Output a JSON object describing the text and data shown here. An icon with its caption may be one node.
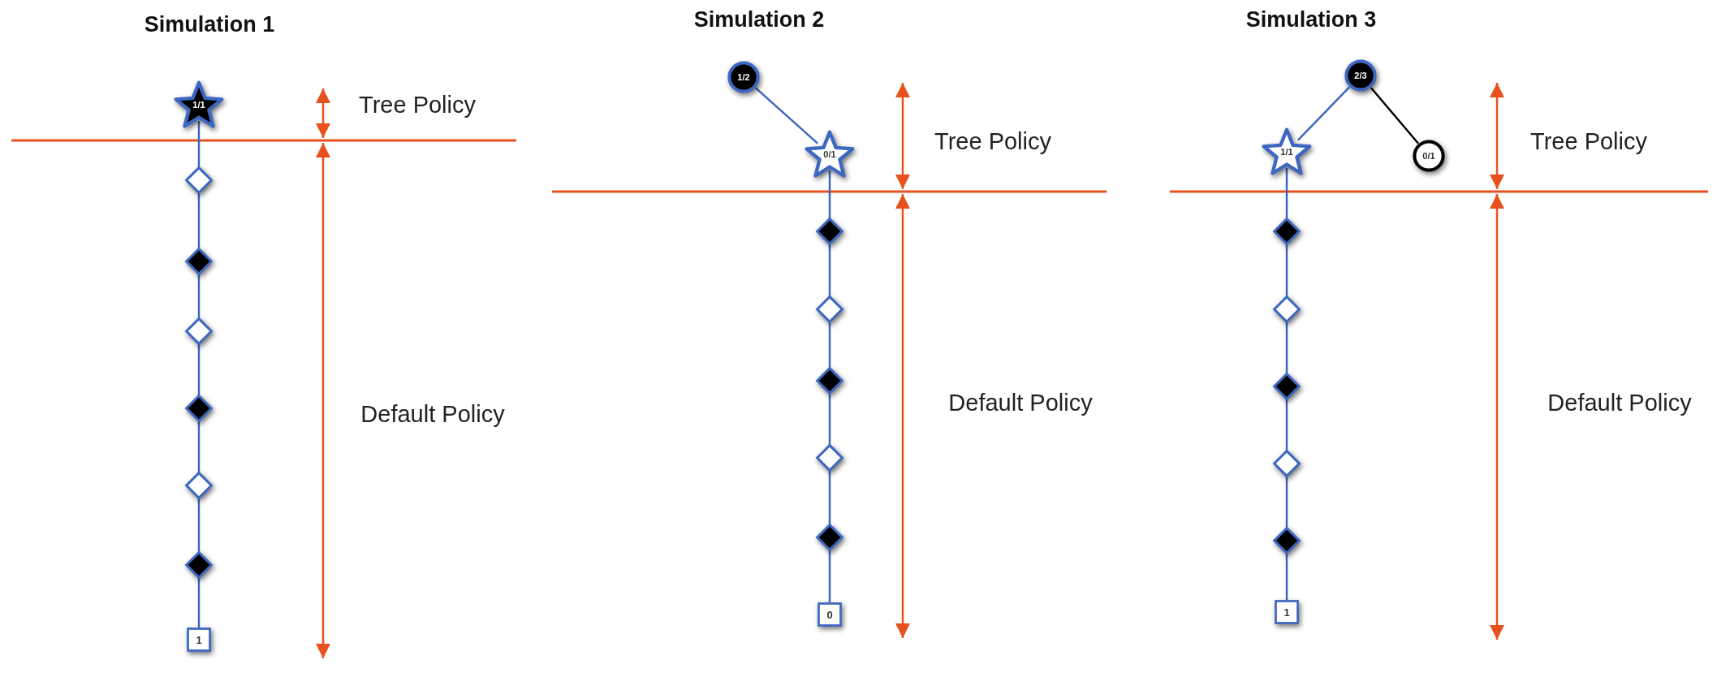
{
  "diagram": {
    "nodes": [
      {
        "text": [
          "1/1"
        ]
      },
      {
        "text": [],
        "shape": "diamond"
      },
      {
        "text": [],
        "shape": "diamond"
      },
      {
        "text": [],
        "shape": "diamond"
      },
      {
        "text": [],
        "shape": "diamond"
      },
      {
        "text": [],
        "shape": "diamond"
      },
      {
        "text": [],
        "shape": "diamond"
      },
      {
        "text": [
          "1"
        ]
      },
      {
        "text": [
          "1/2"
        ]
      },
      {
        "text": [
          "0/1"
        ]
      },
      {
        "text": [],
        "shape": "diamond"
      },
      {
        "text": [],
        "shape": "diamond"
      },
      {
        "text": [],
        "shape": "diamond"
      },
      {
        "text": [],
        "shape": "diamond"
      },
      {
        "text": [],
        "shape": "diamond"
      },
      {
        "text": [
          "0"
        ]
      },
      {
        "text": [
          "2/3"
        ]
      },
      {
        "text": [
          "1/1"
        ]
      },
      {
        "text": [
          "0/1"
        ]
      },
      {
        "text": [],
        "shape": "diamond"
      },
      {
        "text": [],
        "shape": "diamond"
      },
      {
        "text": [],
        "shape": "diamond"
      },
      {
        "text": [],
        "shape": "diamond"
      },
      {
        "text": [],
        "shape": "diamond"
      },
      {
        "text": [
          "1"
        ]
      }
    ],
    "edges": [
      {
        "from": 0,
        "to": 1,
        "arrow": "none"
      },
      {
        "from": 1,
        "to": 2,
        "arrow": "none"
      },
      {
        "from": 2,
        "to": 3,
        "arrow": "none"
      },
      {
        "from": 3,
        "to": 4,
        "arrow": "none"
      },
      {
        "from": 4,
        "to": 5,
        "arrow": "none"
      },
      {
        "from": 5,
        "to": 6,
        "arrow": "none"
      },
      {
        "from": 6,
        "to": 7,
        "arrow": "none"
      },
      {
        "from": 8,
        "to": 9,
        "arrow": "none"
      },
      {
        "from": 9,
        "to": 10,
        "arrow": "none"
      },
      {
        "from": 10,
        "to": 11,
        "arrow": "none"
      },
      {
        "from": 11,
        "to": 12,
        "arrow": "none"
      },
      {
        "from": 12,
        "to": 13,
        "arrow": "none"
      },
      {
        "from": 13,
        "to": 14,
        "arrow": "none"
      },
      {
        "from": 14,
        "to": 15,
        "arrow": "none"
      },
      {
        "from": 16,
        "to": 17,
        "arrow": "none"
      },
      {
        "from": 16,
        "to": 18,
        "arrow": "none",
        "color": "#000000"
      },
      {
        "from": 17,
        "to": 19,
        "arrow": "none"
      },
      {
        "from": 19,
        "to": 20,
        "arrow": "none"
      },
      {
        "from": 20,
        "to": 21,
        "arrow": "none"
      },
      {
        "from": 21,
        "to": 22,
        "arrow": "none"
      },
      {
        "from": 22,
        "to": 23,
        "arrow": "none"
      },
      {
        "from": 23,
        "to": 24,
        "arrow": "none"
      }
    ],
    "labels": [
      "Simulation 1",
      "Tree Policy",
      "Default Policy",
      "Simulation 2",
      "Tree Policy",
      "Default Policy",
      "Simulation 3",
      "Tree Policy",
      "Default Policy"
    ]
  }
}
